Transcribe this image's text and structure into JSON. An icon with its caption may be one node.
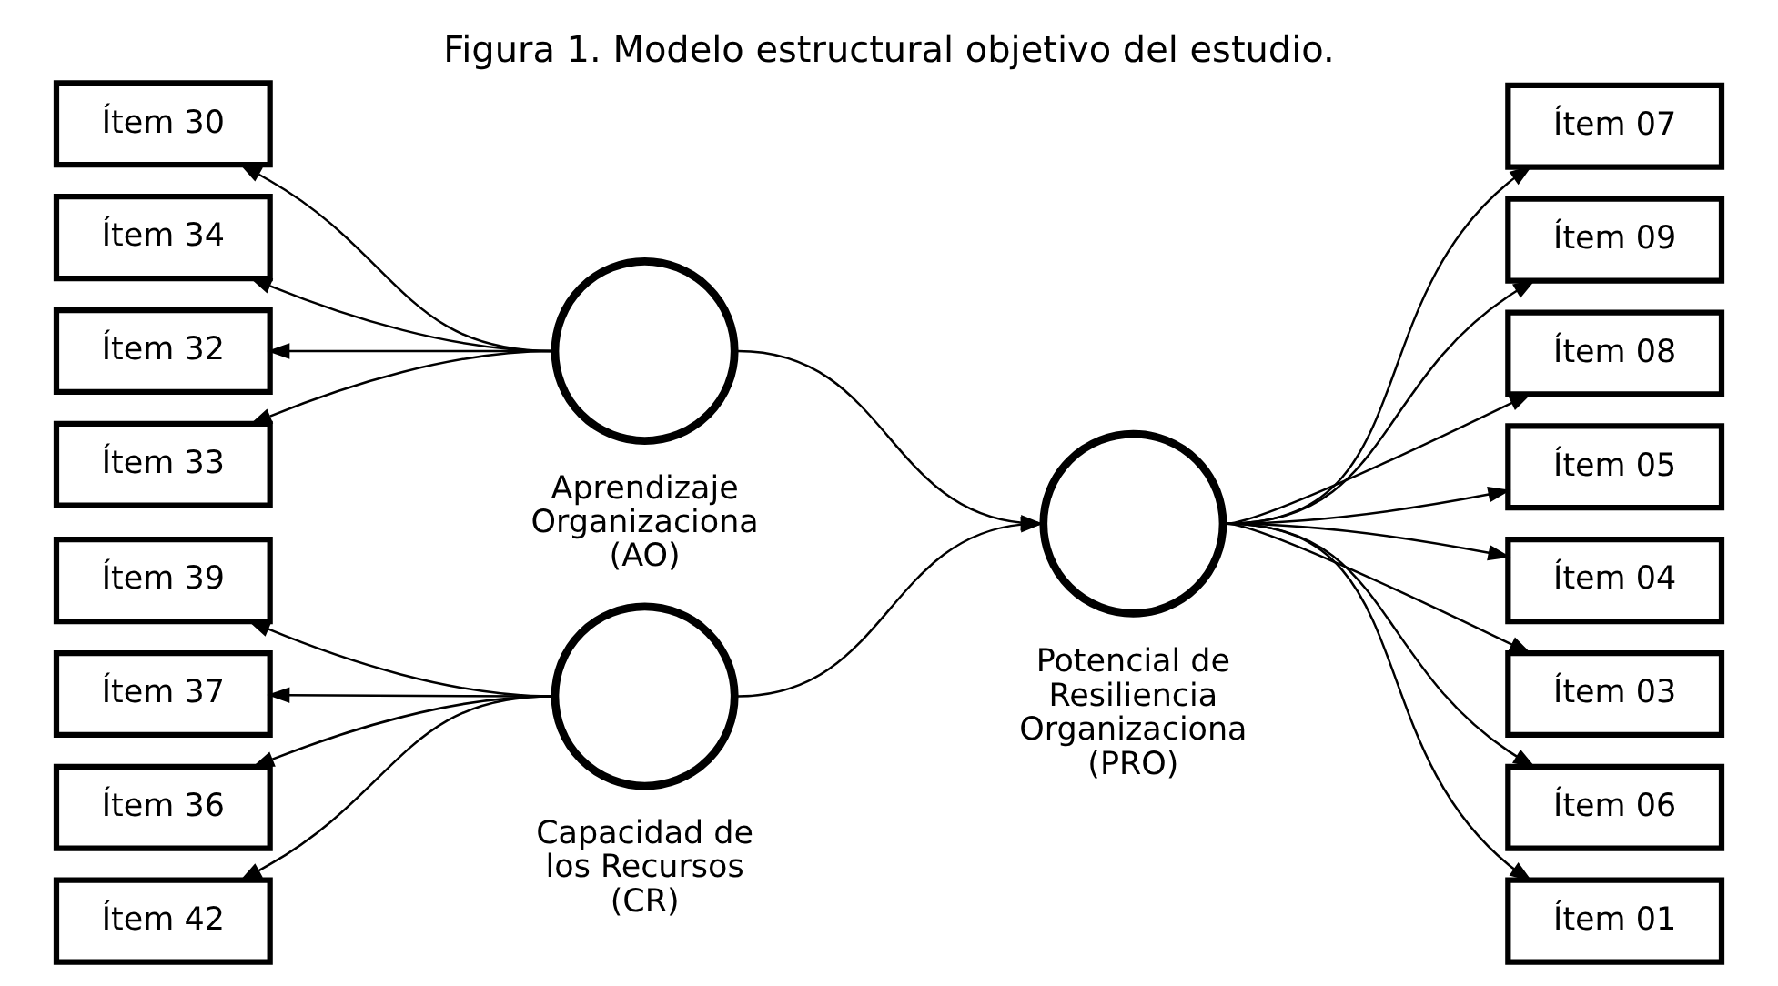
{
  "diagram": {
    "title": "Figura 1. Modelo estructural objetivo del estudio.",
    "nodes": [
      {
        "text": [
          "Ítem 30"
        ]
      },
      {
        "text": [
          "Ítem 34"
        ]
      },
      {
        "text": [
          "Ítem 32"
        ]
      },
      {
        "text": [
          "Ítem 33"
        ]
      },
      {
        "text": [],
        "shape": "circle",
        "beside": [
          "Aprendizaje Organizaciona (AO)"
        ]
      },
      {
        "text": [
          "Ítem 39"
        ]
      },
      {
        "text": [
          "Ítem 37"
        ]
      },
      {
        "text": [
          "Ítem 36"
        ]
      },
      {
        "text": [
          "Ítem 42"
        ]
      },
      {
        "text": [],
        "shape": "circle",
        "beside": [
          "Capacidad de los Recursos (CR)"
        ]
      },
      {
        "text": [],
        "shape": "circle",
        "beside": [
          "Potencial de Resiliencia Organizaciona (PRO)"
        ]
      },
      {
        "text": [
          "Ítem 07"
        ]
      },
      {
        "text": [
          "Ítem 09"
        ]
      },
      {
        "text": [
          "Ítem 08"
        ]
      },
      {
        "text": [
          "Ítem 05"
        ]
      },
      {
        "text": [
          "Ítem 04"
        ]
      },
      {
        "text": [
          "Ítem 03"
        ]
      },
      {
        "text": [
          "Ítem 06"
        ]
      },
      {
        "text": [
          "Ítem 01"
        ]
      }
    ],
    "edges": [
      {
        "from": 4,
        "to": 0,
        "arrow": "to"
      },
      {
        "from": 4,
        "to": 1,
        "arrow": "to"
      },
      {
        "from": 4,
        "to": 2,
        "arrow": "to"
      },
      {
        "from": 4,
        "to": 3,
        "arrow": "to"
      },
      {
        "from": 9,
        "to": 5,
        "arrow": "to"
      },
      {
        "from": 9,
        "to": 6,
        "arrow": "to"
      },
      {
        "from": 9,
        "to": 7,
        "arrow": "to"
      },
      {
        "from": 9,
        "to": 8,
        "arrow": "to"
      },
      {
        "from": 4,
        "to": 10,
        "arrow": "to"
      },
      {
        "from": 9,
        "to": 10,
        "arrow": "to"
      },
      {
        "from": 10,
        "to": 11,
        "arrow": "to"
      },
      {
        "from": 10,
        "to": 12,
        "arrow": "to"
      },
      {
        "from": 10,
        "to": 13,
        "arrow": "to"
      },
      {
        "from": 10,
        "to": 14,
        "arrow": "to"
      },
      {
        "from": 10,
        "to": 15,
        "arrow": "to"
      },
      {
        "from": 10,
        "to": 16,
        "arrow": "to"
      },
      {
        "from": 10,
        "to": 17,
        "arrow": "to"
      },
      {
        "from": 10,
        "to": 18,
        "arrow": "to"
      }
    ]
  }
}
